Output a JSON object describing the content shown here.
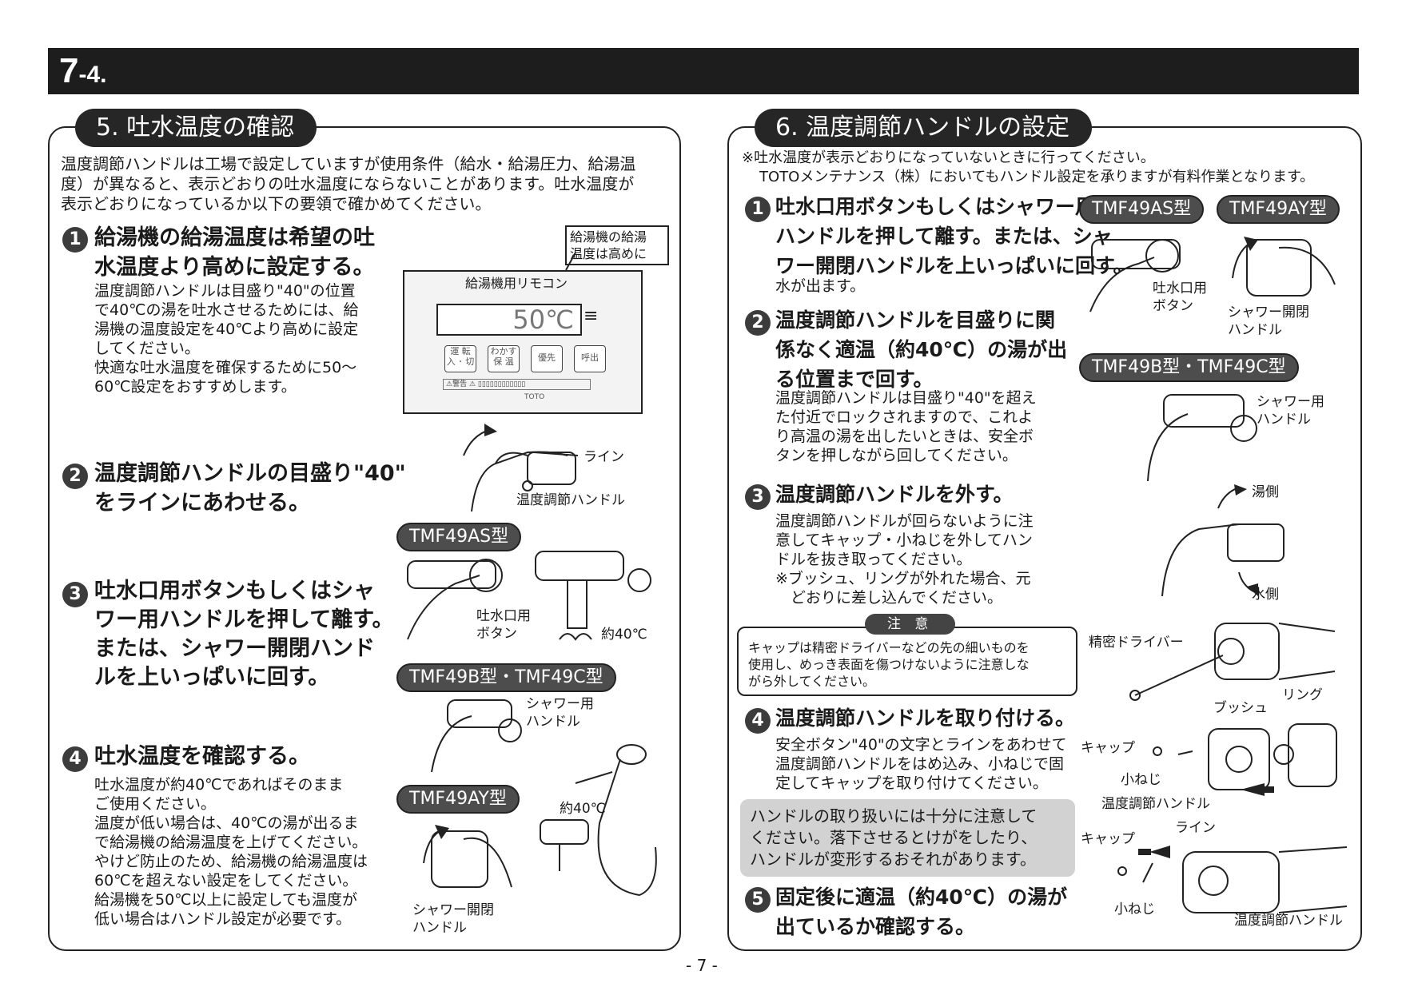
{
  "header": {
    "chapter": "7",
    "sub": "-4."
  },
  "left": {
    "title": "5. 吐水温度の確認",
    "intro": [
      "温度調節ハンドルは工場で設定していますが使用条件（給水・給湯圧力、給湯温",
      "度）が異なると、表示どおりの吐水温度にならないことがあります。吐水温度が",
      "表示どおりになっているか以下の要領で確かめてください。"
    ],
    "step1": {
      "num": "1",
      "heading": [
        "給湯機の給湯温度は希望の吐",
        "水温度より高めに設定する。"
      ],
      "body": [
        "温度調節ハンドルは目盛り\"40\"の位置",
        "で40℃の湯を吐水させるためには、給",
        "湯機の温度設定を40℃より高めに設定",
        "してください。",
        "快適な吐水温度を確保するために50〜",
        "60℃設定をおすすめします。"
      ]
    },
    "step2": {
      "num": "2",
      "heading": [
        "温度調節ハンドルの目盛り\"40\"",
        "をラインにあわせる。"
      ]
    },
    "step3": {
      "num": "3",
      "heading": [
        "吐水口用ボタンもしくはシャ",
        "ワー用ハンドルを押して離す。",
        "または、シャワー開閉ハンド",
        "ルを上いっぱいに回す。"
      ]
    },
    "step4": {
      "num": "4",
      "heading": "吐水温度を確認する。",
      "body": [
        "吐水温度が約40℃であればそのまま",
        "ご使用ください。",
        "温度が低い場合は、40℃の湯が出るま",
        "で給湯機の給湯温度を上げてください。",
        "やけど防止のため、給湯機の給湯温度は",
        "60℃を超えない設定をしてください。",
        "給湯機を50℃以上に設定しても温度が",
        "低い場合はハンドル設定が必要です。"
      ]
    },
    "remote": {
      "callout": [
        "給湯機の給湯",
        "温度は高めに"
      ],
      "title": "給湯機用リモコン",
      "display": "50℃",
      "buttons": [
        [
          "運 転",
          "入 ･ 切"
        ],
        [
          "わかす",
          "保 温"
        ],
        [
          "優先",
          ""
        ],
        [
          "呼出",
          ""
        ]
      ],
      "warning": "警告",
      "brand": "TOTO"
    },
    "labels": {
      "line": "ライン",
      "handle": "温度調節ハンドル",
      "as_model": "TMF49AS型",
      "b_model": "TMF49B型・TMF49C型",
      "ay_model": "TMF49AY型",
      "spout_button": [
        "吐水口用",
        "ボタン"
      ],
      "about40a": "約40℃",
      "shower_handle": [
        "シャワー用",
        "ハンドル"
      ],
      "about40b": "約40℃",
      "shower_open_handle": [
        "シャワー開閉",
        "ハンドル"
      ]
    }
  },
  "right": {
    "title": "6. 温度調節ハンドルの設定",
    "note": [
      "※吐水温度が表示どおりになっていないときに行ってください。",
      "TOTOメンテナンス（株）においてもハンドル設定を承りますが有料作業となります。"
    ],
    "step1": {
      "num": "1",
      "heading": [
        "吐水口用ボタンもしくはシャワー用",
        "ハンドルを押して離す。または、シャ",
        "ワー開閉ハンドルを上いっぱいに回す。"
      ],
      "body": [
        "水が出ます。"
      ]
    },
    "step2": {
      "num": "2",
      "heading": [
        "温度調節ハンドルを目盛りに関",
        "係なく適温（約40℃）の湯が出",
        "る位置まで回す。"
      ],
      "body": [
        "温度調節ハンドルは目盛り\"40\"を超え",
        "た付近でロックされますので、これよ",
        "り高温の湯を出したいときは、安全ボ",
        "タンを押しながら回してください。"
      ]
    },
    "step3": {
      "num": "3",
      "heading": "温度調節ハンドルを外す。",
      "body": [
        "温度調節ハンドルが回らないように注",
        "意してキャップ・小ねじを外してハン",
        "ドルを抜き取ってください。",
        "※ブッシュ、リングが外れた場合、元",
        "　どおりに差し込んでください。"
      ]
    },
    "caution": {
      "tag": "注 意",
      "body": [
        "キャップは精密ドライバーなどの先の細いものを",
        "使用し、めっき表面を傷つけないように注意しな",
        "がら外してください。"
      ]
    },
    "step4": {
      "num": "4",
      "heading": "温度調節ハンドルを取り付ける。",
      "body": [
        "安全ボタン\"40\"の文字とラインをあわせて",
        "温度調節ハンドルをはめ込み、小ねじで固",
        "定してキャップを取り付けてください。"
      ]
    },
    "warning_box": [
      "ハンドルの取り扱いには十分に注意して",
      "ください。落下させるとけがをしたり、",
      "ハンドルが変形するおそれがあります。"
    ],
    "step5": {
      "num": "5",
      "heading": [
        "固定後に適温（約40℃）の湯が",
        "出ているか確認する。"
      ]
    },
    "labels": {
      "as_model": "TMF49AS型",
      "ay_model": "TMF49AY型",
      "spout_button": [
        "吐水口用",
        "ボタン"
      ],
      "shower_open_handle": [
        "シャワー開閉",
        "ハンドル"
      ],
      "b_model": "TMF49B型・TMF49C型",
      "shower_handle": [
        "シャワー用",
        "ハンドル"
      ],
      "hot_side": "湯側",
      "cold_side": "水側",
      "driver": "精密ドライバー",
      "bush": "ブッシュ",
      "ring": "リング",
      "cap1": "キャップ",
      "screw1": "小ねじ",
      "handle1": "温度調節ハンドル",
      "cap2": "キャップ",
      "line": "ライン",
      "screw2": "小ねじ",
      "handle2": "温度調節ハンドル"
    }
  },
  "footer": {
    "page": "- 7 -"
  }
}
